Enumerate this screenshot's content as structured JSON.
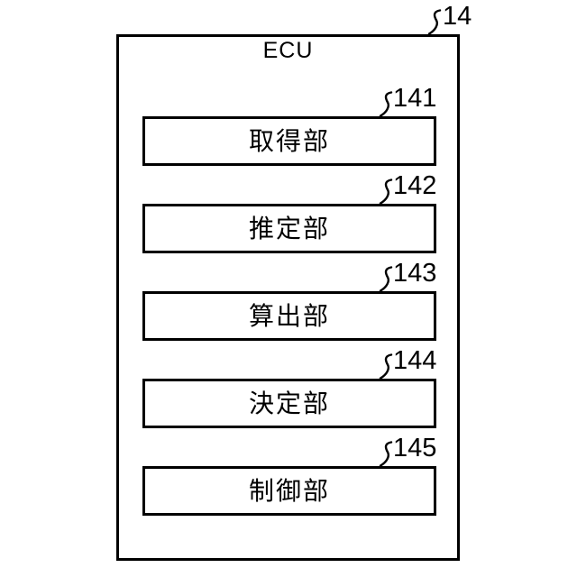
{
  "diagram": {
    "title": "ECU",
    "outer_ref": "14",
    "colors": {
      "line": "#000000",
      "background": "#ffffff"
    },
    "blocks": [
      {
        "ref": "141",
        "label": "取得部"
      },
      {
        "ref": "142",
        "label": "推定部"
      },
      {
        "ref": "143",
        "label": "算出部"
      },
      {
        "ref": "144",
        "label": "決定部"
      },
      {
        "ref": "145",
        "label": "制御部"
      }
    ]
  }
}
